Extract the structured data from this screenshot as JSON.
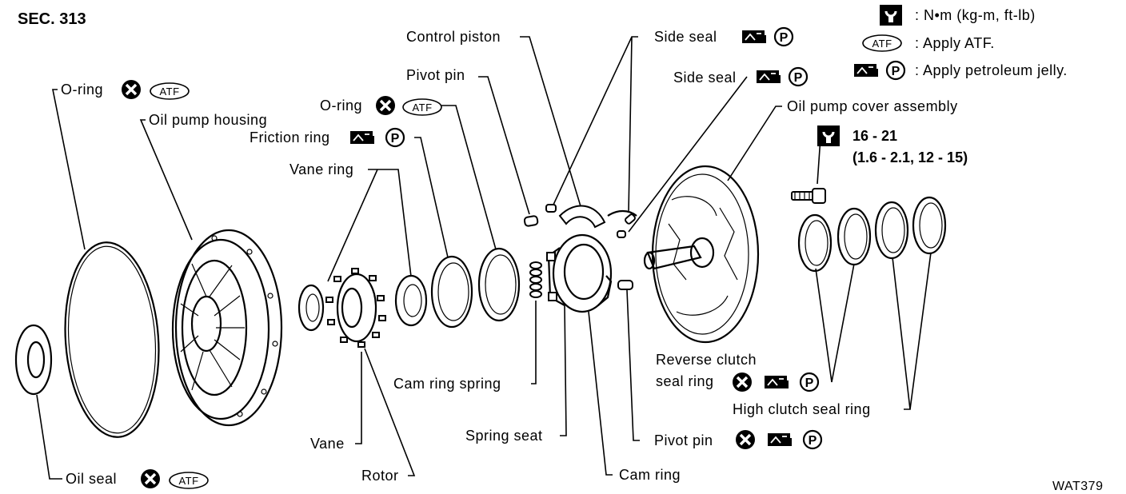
{
  "section": "SEC. 313",
  "legend": {
    "torque_text": ": N•m (kg-m, ft-lb)",
    "atf_text": ": Apply ATF.",
    "jelly_text": ": Apply petroleum jelly."
  },
  "badges": {
    "atf": "ATF",
    "p": "P"
  },
  "labels": {
    "control_piston": "Control piston",
    "side_seal_1": "Side seal",
    "side_seal_2": "Side seal",
    "pivot_pin_top": "Pivot pin",
    "o_ring_left": "O-ring",
    "oil_pump_housing": "Oil pump housing",
    "o_ring_mid": "O-ring",
    "friction_ring": "Friction ring",
    "vane_ring": "Vane ring",
    "oil_pump_cover": "Oil pump cover assembly",
    "torque_value": "16 - 21",
    "torque_sub": "(1.6 - 2.1, 12 - 15)",
    "reverse_clutch_1": "Reverse clutch",
    "reverse_clutch_2": "seal ring",
    "high_clutch": "High clutch seal ring",
    "cam_ring_spring": "Cam ring spring",
    "spring_seat": "Spring seat",
    "pivot_pin_bottom": "Pivot pin",
    "vane": "Vane",
    "rotor": "Rotor",
    "oil_seal": "Oil seal",
    "cam_ring": "Cam ring"
  },
  "figure_code": "WAT379"
}
